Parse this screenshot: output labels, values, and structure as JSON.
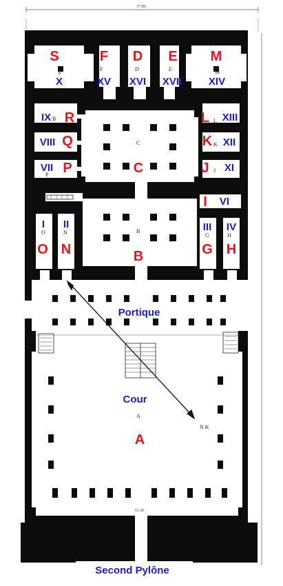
{
  "plan": {
    "top_dimension": "37.80",
    "bottom_dimension": "33.38",
    "compass": "N K"
  },
  "labels": {
    "A": "A",
    "B": "B",
    "C": "C",
    "D": "D",
    "E": "E",
    "F": "F",
    "G": "G",
    "H": "H",
    "I": "I",
    "J": "J",
    "K": "K",
    "L": "L",
    "M": "M",
    "N": "N",
    "O": "O",
    "P": "P",
    "Q": "Q",
    "R": "R",
    "S": "S"
  },
  "numerals": {
    "I": "I",
    "II": "II",
    "III": "III",
    "IV": "IV",
    "VI": "VI",
    "VII": "VII",
    "VIII": "VIII",
    "IX": "IX",
    "X": "X",
    "XI": "XI",
    "XII": "XII",
    "XIII": "XIII",
    "XIV": "XIV",
    "XV": "XV",
    "XVI": "XVI",
    "XVII": "XVII"
  },
  "areas": {
    "portique": "Portique",
    "cour": "Cour",
    "second_pylone": "Second Pylône"
  },
  "small_letters": {
    "a": "A",
    "b": "B",
    "c": "C",
    "d": "D",
    "e": "E",
    "f": "F",
    "g": "G",
    "h": "H",
    "j": "J",
    "k": "K",
    "l": "L",
    "m": "M",
    "n": "N",
    "o": "O",
    "p": "P",
    "s": "S"
  },
  "colors": {
    "wall": "#0c0c0c",
    "label_red": "#e8141b",
    "label_blue": "#1a1ad0"
  }
}
